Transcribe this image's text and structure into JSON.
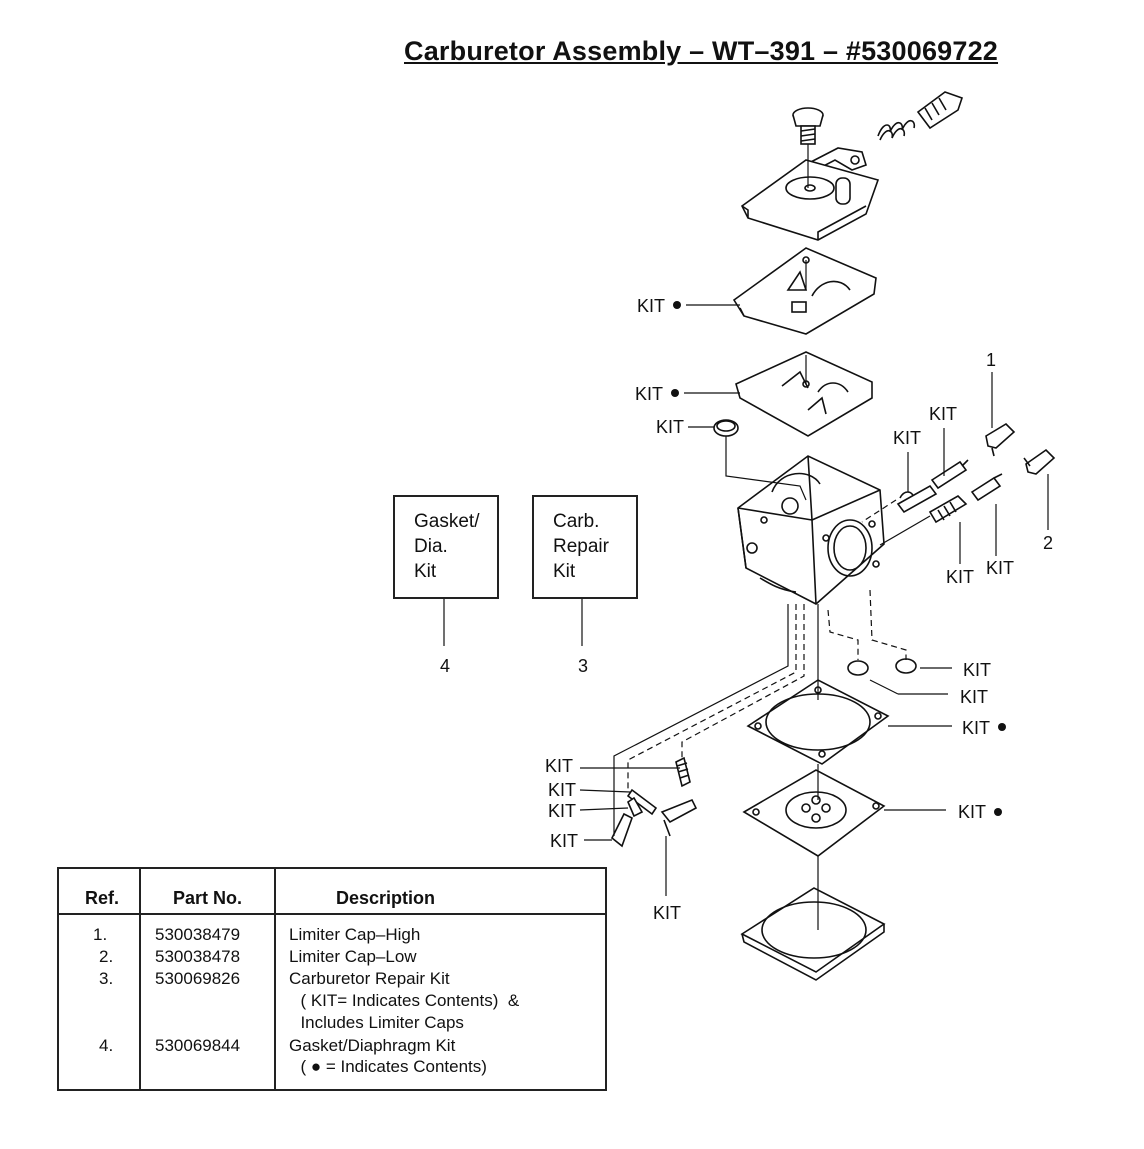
{
  "title": "Carburetor Assembly – WT–391 – #530069722",
  "callouts": {
    "kit": "KIT",
    "kit_dot": "KIT ●",
    "ref1": "1",
    "ref2": "2",
    "ref3": "3",
    "ref4": "4"
  },
  "boxes": {
    "gasket_kit": [
      "Gasket/",
      "Dia.",
      "Kit"
    ],
    "repair_kit": [
      "Carb.",
      "Repair",
      "Kit"
    ]
  },
  "table": {
    "headers": {
      "ref": "Ref.",
      "part": "Part No.",
      "desc": "Description"
    },
    "rows": [
      {
        "ref": "1.",
        "part": "530038479",
        "desc": [
          "Limiter Cap–High"
        ]
      },
      {
        "ref": "2.",
        "part": "530038478",
        "desc": [
          "Limiter Cap–Low"
        ]
      },
      {
        "ref": "3.",
        "part": "530069826",
        "desc": [
          "Carburetor Repair Kit",
          "  ( KIT= Indicates Contents)  &",
          "  Includes Limiter Caps"
        ]
      },
      {
        "ref": "4.",
        "part": "530069844",
        "desc": [
          "Gasket/Diaphragm Kit",
          "  ( ● = Indicates Contents)"
        ]
      }
    ]
  }
}
